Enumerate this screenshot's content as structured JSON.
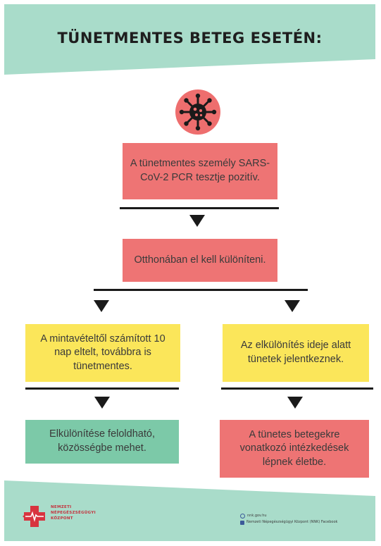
{
  "title": "TÜNETMENTES BETEG ESETÉN:",
  "boxes": {
    "positive_test": "A tünetmentes személy SARS-CoV-2 PCR tesztje pozitív.",
    "isolate_home": "Otthonában el kell különíteni.",
    "ten_days": "A mintavételtől számított 10 nap eltelt, továbbra is tünetmentes.",
    "symptoms_appear": "Az elkülönítés ideje alatt tünetek jelentkeznek.",
    "isolation_lifted": "Elkülönítése feloldható, közösségbe mehet.",
    "symptomatic_measures": "A tünetes betegekre vonatkozó intézkedések lépnek életbe."
  },
  "footer": {
    "logo_lines": [
      "NEMZETI",
      "NÉPEGÉSZSÉGÜGYI",
      "KÖZPONT"
    ],
    "website": "nnk.gov.hu",
    "facebook": "Nemzeti Népegészségügyi Központ (NNK) Facebook"
  },
  "icons": [
    "virus-icon",
    "logo-cross-icon",
    "globe-icon",
    "facebook-icon"
  ],
  "colors": {
    "teal_band": "#a9dcca",
    "red_box": "#ee7474",
    "yellow_box": "#fbe65a",
    "green_box": "#7cc9a8",
    "virus_circle": "#ee6e6e"
  }
}
